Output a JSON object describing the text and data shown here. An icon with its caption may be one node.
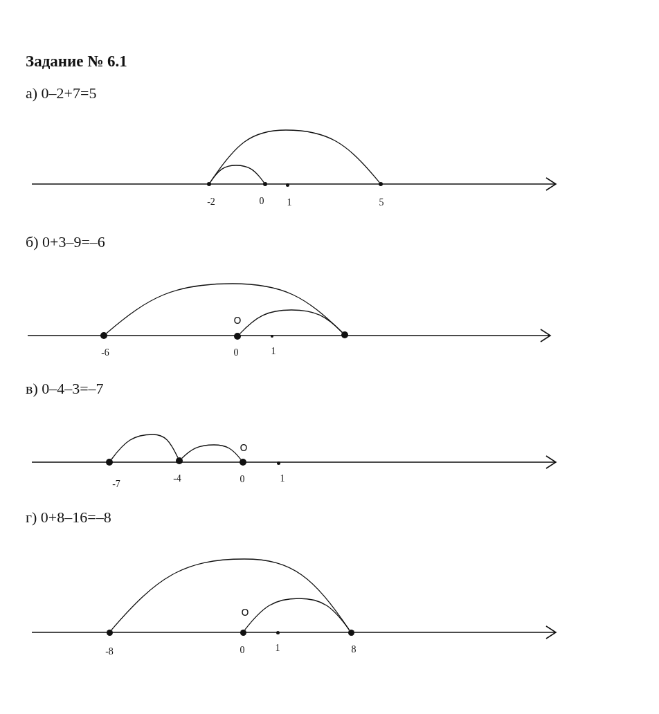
{
  "diagram": {
    "title": "Задание № 6.1",
    "nodes": [
      {
        "text": [],
        "shape": "circle",
        "beside": [
          "-2"
        ]
      },
      {
        "text": [],
        "shape": "circle",
        "beside": [
          "0"
        ]
      },
      {
        "text": [],
        "shape": "circle",
        "beside": [
          "1"
        ]
      },
      {
        "text": [],
        "shape": "circle",
        "beside": [
          "5"
        ]
      },
      {
        "text": [],
        "shape": "circle",
        "beside": [
          "-6"
        ]
      },
      {
        "text": [],
        "shape": "circle",
        "beside": [
          "O",
          "0"
        ]
      },
      {
        "text": [],
        "shape": "circle",
        "beside": [
          "1"
        ]
      },
      {
        "text": [],
        "shape": "circle"
      },
      {
        "text": [],
        "shape": "circle",
        "beside": [
          "-7"
        ]
      },
      {
        "text": [],
        "shape": "circle",
        "beside": [
          "-4"
        ]
      },
      {
        "text": [],
        "shape": "circle",
        "beside": [
          "O",
          "0"
        ]
      },
      {
        "text": [],
        "shape": "circle",
        "beside": [
          "1"
        ]
      },
      {
        "text": [],
        "shape": "circle",
        "beside": [
          "-8"
        ]
      },
      {
        "text": [],
        "shape": "circle",
        "beside": [
          "O",
          "0"
        ]
      },
      {
        "text": [],
        "shape": "circle",
        "beside": [
          "1"
        ]
      },
      {
        "text": [],
        "shape": "circle",
        "beside": [
          "8"
        ]
      }
    ],
    "edges": [
      {
        "from": 1,
        "to": 0,
        "arrow": "none"
      },
      {
        "from": 0,
        "to": 3,
        "arrow": "none"
      },
      {
        "from": 5,
        "to": 7,
        "arrow": "none"
      },
      {
        "from": 7,
        "to": 4,
        "arrow": "none"
      },
      {
        "from": 10,
        "to": 9,
        "arrow": "none"
      },
      {
        "from": 9,
        "to": 8,
        "arrow": "none"
      },
      {
        "from": 13,
        "to": 15,
        "arrow": "none"
      },
      {
        "from": 15,
        "to": 12,
        "arrow": "none"
      }
    ],
    "labels": [
      "а) 0–2+7=5",
      "б) 0+3–9=–6",
      "в) 0–4–3=–7",
      "г) 0+8–16=–8"
    ]
  }
}
